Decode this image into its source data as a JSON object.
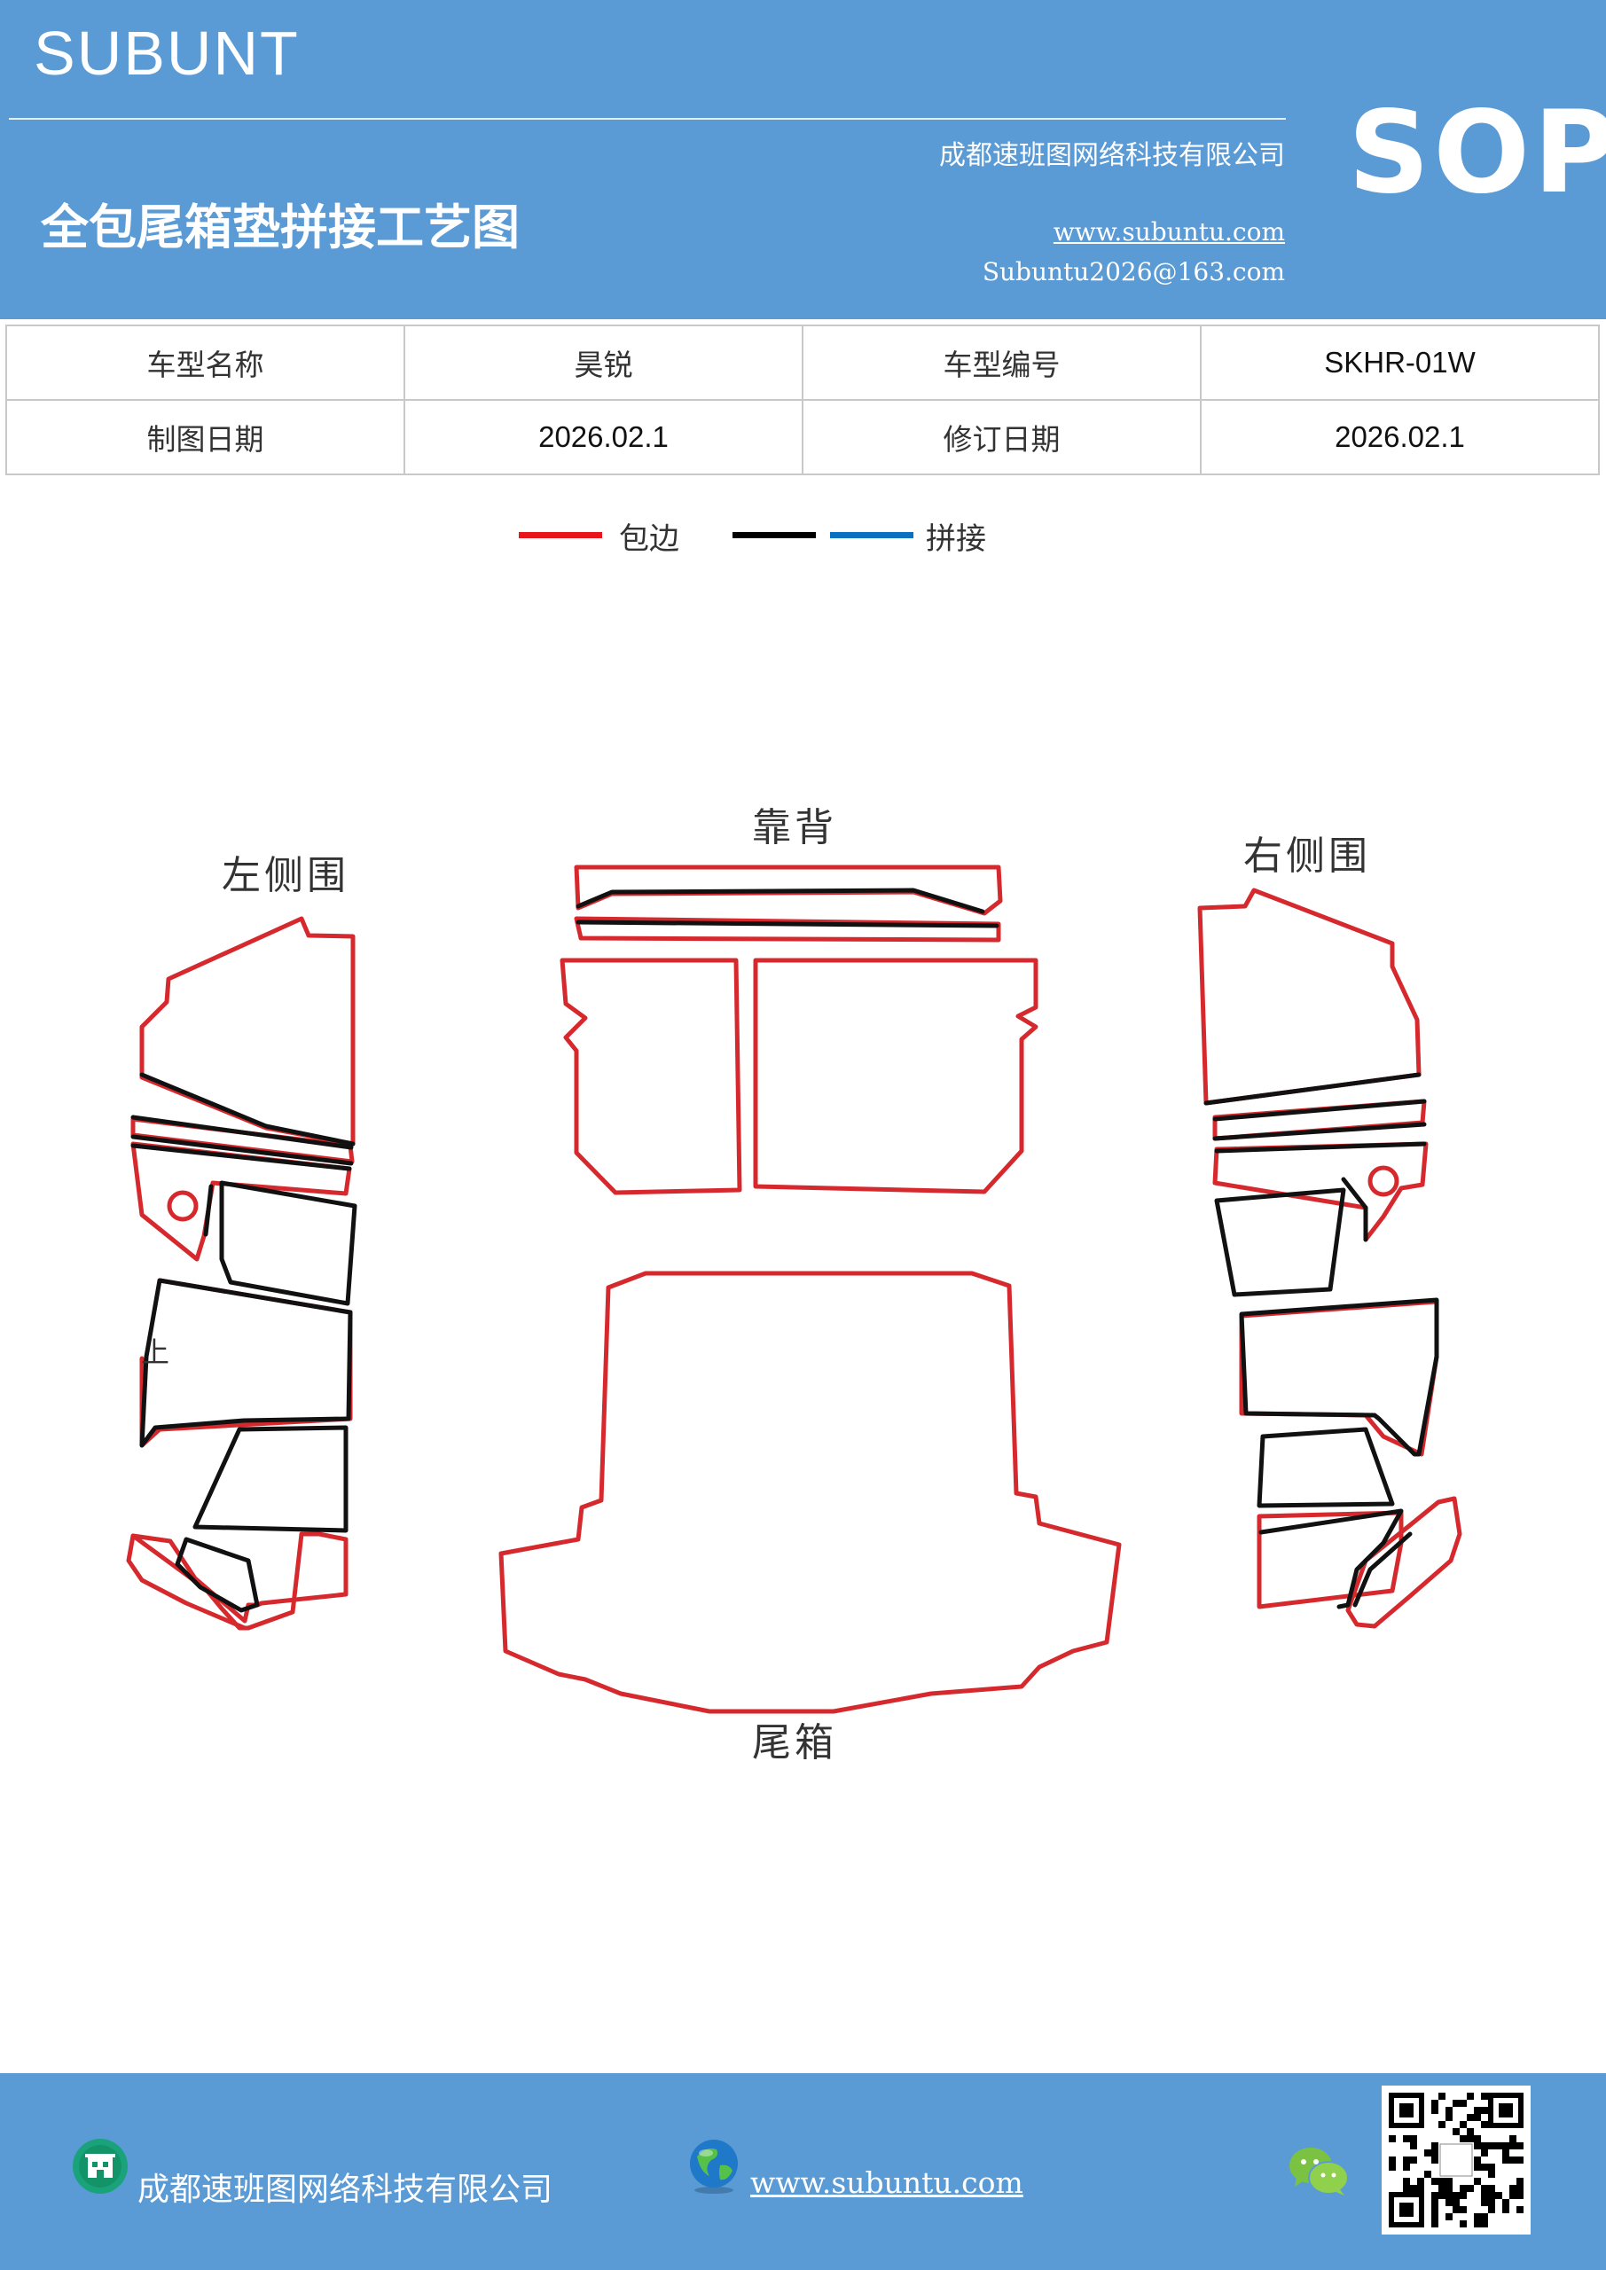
{
  "header": {
    "brand": "SUBUNT",
    "company": "成都速班图网络科技有限公司",
    "title": "全包尾箱垫拼接工艺图",
    "website": "www.subuntu.com",
    "email": "Subuntu2026@163.com",
    "badge": "SOP"
  },
  "info_table": {
    "rows": [
      {
        "label1": "车型名称",
        "value1": "昊锐",
        "label2": "车型编号",
        "value2": "SKHR-01W"
      },
      {
        "label1": "制图日期",
        "value1": "2026.02.1",
        "label2": "修订日期",
        "value2": "2026.02.1"
      }
    ]
  },
  "legend": {
    "items": [
      {
        "label": "包边",
        "color": "#e8161b"
      },
      {
        "label": "",
        "color": "#000000"
      },
      {
        "label": "拼接",
        "color": "#0a70c0"
      }
    ]
  },
  "diagram": {
    "labels": {
      "left": "左侧围",
      "back": "靠背",
      "right": "右侧围",
      "trunk": "尾箱",
      "up_mark": "上"
    },
    "colors": {
      "edge": "#d6292e",
      "seam": "#111111"
    }
  },
  "footer": {
    "company": "成都速班图网络科技有限公司",
    "website": "www.subuntu.com",
    "icons": [
      "building-icon",
      "globe-icon",
      "wechat-icon",
      "qr-code"
    ]
  }
}
